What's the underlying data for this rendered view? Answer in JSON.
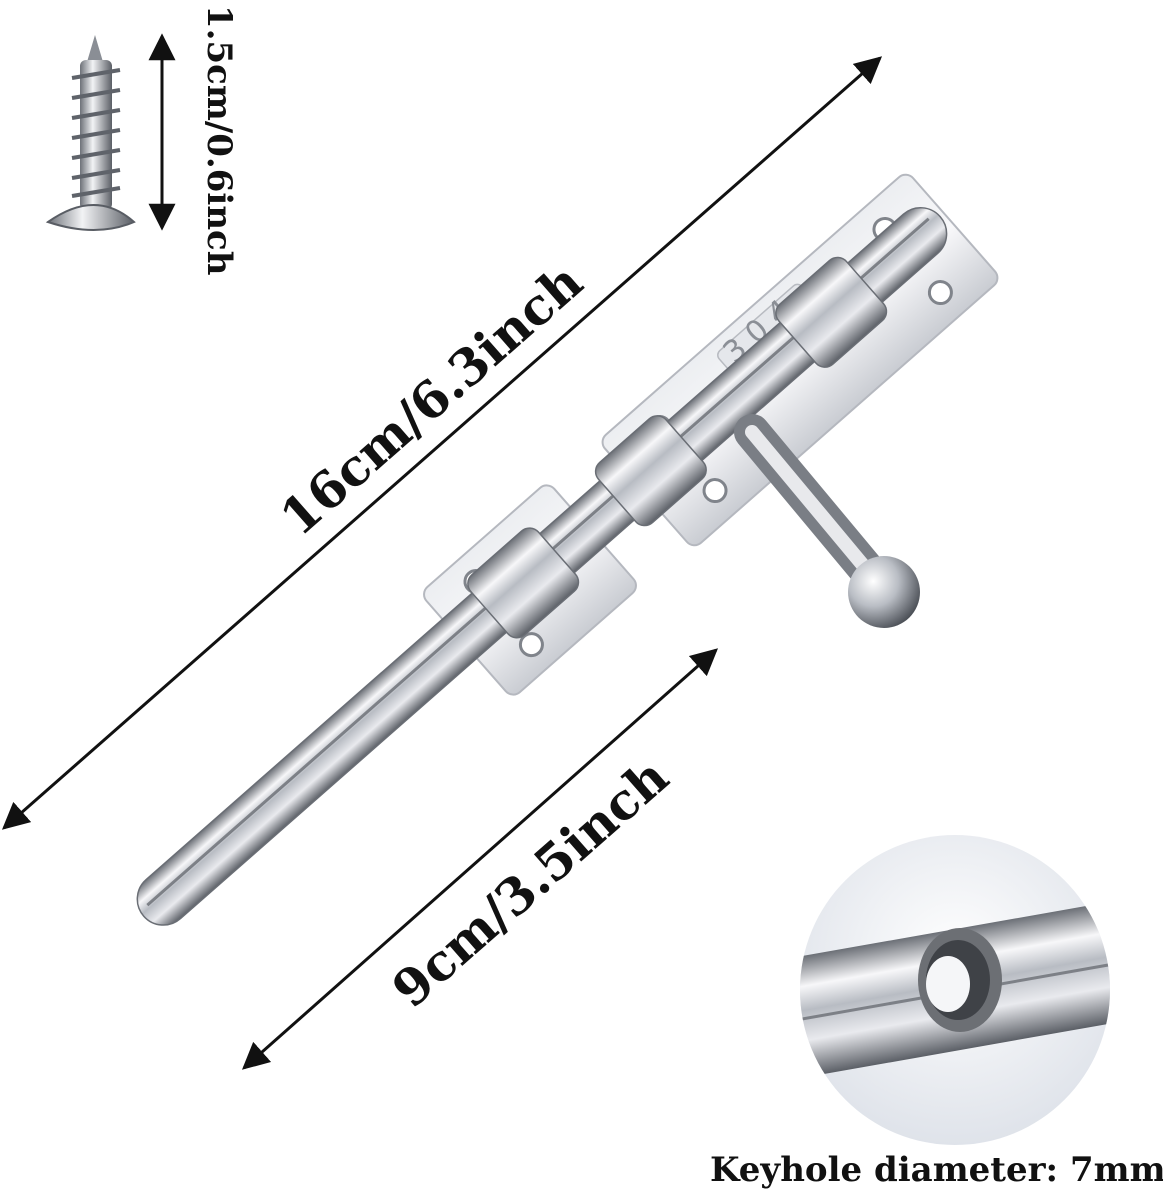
{
  "dimensions": {
    "screw_length": "1.5cm/0.6inch",
    "total_length": "16cm/6.3inch",
    "bolt_length": "9cm/3.5inch"
  },
  "stamp": "304",
  "caption": "Keyhole diameter: 7mm",
  "colors": {
    "metal_light": "#f4f4f6",
    "metal_mid": "#c9ccd2",
    "metal_dark": "#6f737a",
    "text": "#111111"
  }
}
